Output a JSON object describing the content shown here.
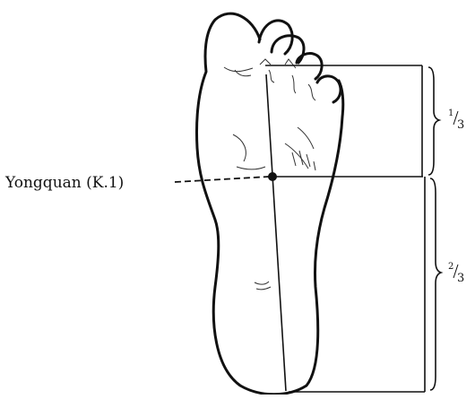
{
  "diagram": {
    "point_label": "Yongquan (K.1)",
    "upper_fraction": {
      "numerator": "1",
      "denominator": "3"
    },
    "lower_fraction": {
      "numerator": "2",
      "denominator": "3"
    }
  }
}
